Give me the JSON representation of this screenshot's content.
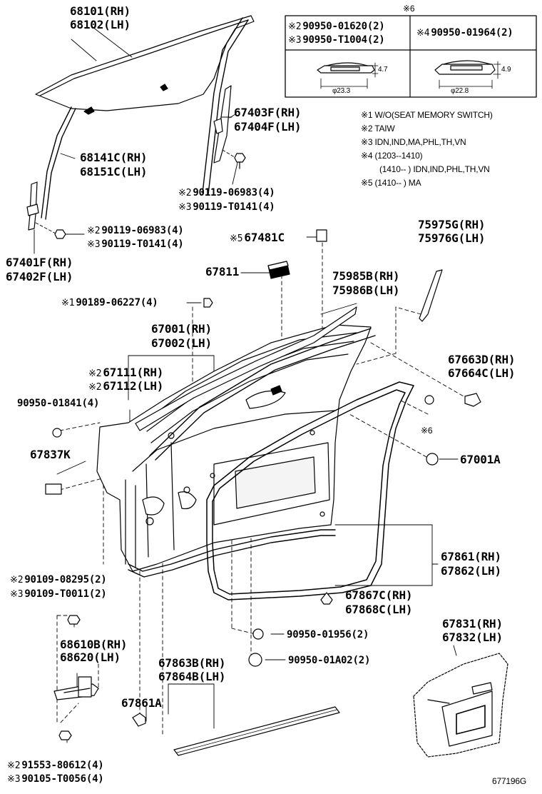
{
  "diagram": {
    "labels": {
      "p68101": "68101(RH)",
      "p68102": "68102(LH)",
      "p68141c": "68141C(RH)",
      "p68151c": "68151C(LH)",
      "p67401f": "67401F(RH)",
      "p67402f": "67402F(LH)",
      "p67403f": "67403F(RH)",
      "p67404f": "67404F(LH)",
      "b1_a": "90119-06983(4)",
      "b1_b": "90119-T0141(4)",
      "b2_a": "90119-06983(4)",
      "b2_b": "90119-T0141(4)",
      "p67481c": "67481C",
      "p67811": "67811",
      "p75975g": "75975G(RH)",
      "p75976g": "75976G(LH)",
      "p75985b": "75985B(RH)",
      "p75986b": "75986B(LH)",
      "p90189": "90189-06227(4)",
      "p67001": "67001(RH)",
      "p67002": "67002(LH)",
      "p67111": "67111(RH)",
      "p67112": "67112(LH)",
      "p90950_01841": "90950-01841(4)",
      "p67663d": "67663D(RH)",
      "p67664c": "67664C(LH)",
      "ref6": "6",
      "p67837k": "67837K",
      "p67001a": "67001A",
      "p67861": "67861(RH)",
      "p67862": "67862(LH)",
      "p90109_a": "90109-08295(2)",
      "p90109_b": "90109-T0011(2)",
      "p67867c": "67867C(RH)",
      "p67868c": "67868C(LH)",
      "p68610b": "68610B(RH)",
      "p68620": "68620(LH)",
      "p67831": "67831(RH)",
      "p67832": "67832(LH)",
      "p90950_01956": "90950-01956(2)",
      "p67863b": "67863B(RH)",
      "p67864b": "67864B(LH)",
      "p90950_01a02": "90950-01A02(2)",
      "p67861a": "67861A",
      "p91553": "91553-80612(4)",
      "p90105": "90105-T0056(4)",
      "figure_code": "677196G"
    },
    "markers": {
      "m1": "※1",
      "m2": "※2",
      "m3": "※3",
      "m4": "※4",
      "m5": "※5",
      "m6": "※6"
    },
    "inset": {
      "title": "※6",
      "left_a": "90950-01620(2)",
      "left_b": "90950-T1004(2)",
      "right_a": "90950-01964(2)",
      "left_height": "4.7",
      "left_dia": "φ23.3",
      "right_height": "4.9",
      "right_dia": "φ22.8"
    },
    "notes": [
      "※1 W/O(SEAT MEMORY SWITCH)",
      "※2 TAIW",
      "※3 IDN,IND,MA,PHL,TH,VN",
      "※4 (1203--1410)",
      "(1410--       ) IDN,IND,PHL,TH,VN",
      "※5 (1410--       ) MA"
    ]
  }
}
